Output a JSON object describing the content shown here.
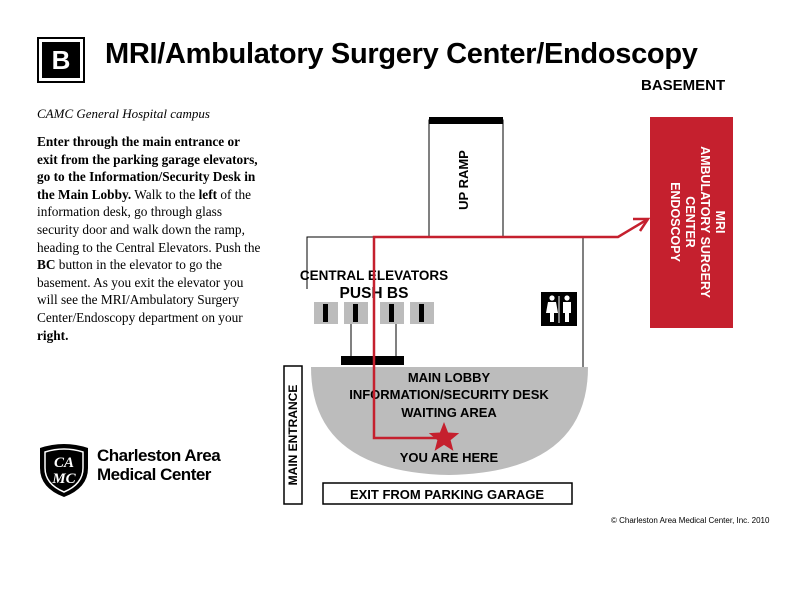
{
  "header": {
    "badge_letter": "B",
    "title": "MRI/Ambulatory Surgery Center/Endoscopy",
    "level": "BASEMENT"
  },
  "sidebar": {
    "campus": "CAMC General Hospital campus",
    "directions": [
      {
        "text": "Enter through the main entrance or exit from the parking garage elevators, go to the Information/Security Desk in the Main Lobby.",
        "bold": true
      },
      {
        "text": " Walk to the ",
        "bold": false
      },
      {
        "text": "left",
        "bold": true
      },
      {
        "text": " of the information desk, go through glass security door and walk down the ramp, heading to the Central Elevators. Push the ",
        "bold": false
      },
      {
        "text": "BC",
        "bold": true
      },
      {
        "text": " button in the elevator to go the basement. As you exit the elevator you will see the MRI/Ambulatory Surgery Center/Endoscopy department on your ",
        "bold": false
      },
      {
        "text": "right.",
        "bold": true
      }
    ],
    "org_line1": "Charleston Area",
    "org_line2": "Medical Center"
  },
  "map": {
    "up_ramp": "UP RAMP",
    "central_elevators": "CENTRAL ELEVATORS",
    "push": "PUSH BS",
    "main_lobby": "MAIN LOBBY",
    "info_desk": "INFORMATION/SECURITY DESK",
    "waiting_area": "WAITING AREA",
    "you_are_here": "YOU ARE HERE",
    "main_entrance": "MAIN ENTRANCE",
    "exit_parking": "EXIT FROM PARKING GARAGE",
    "destination": [
      "MRI",
      "AMBULATORY SURGERY",
      "CENTER",
      "ENDOSCOPY"
    ],
    "restroom_icon": "restroom-icon",
    "star_icon": "star-icon"
  },
  "colors": {
    "route": "#c5202e",
    "destination": "#c5202e",
    "lobby": "#bcbcbc",
    "elevator": "#bcbcbc"
  },
  "copyright": "© Charleston Area Medical Center, Inc. 2010"
}
